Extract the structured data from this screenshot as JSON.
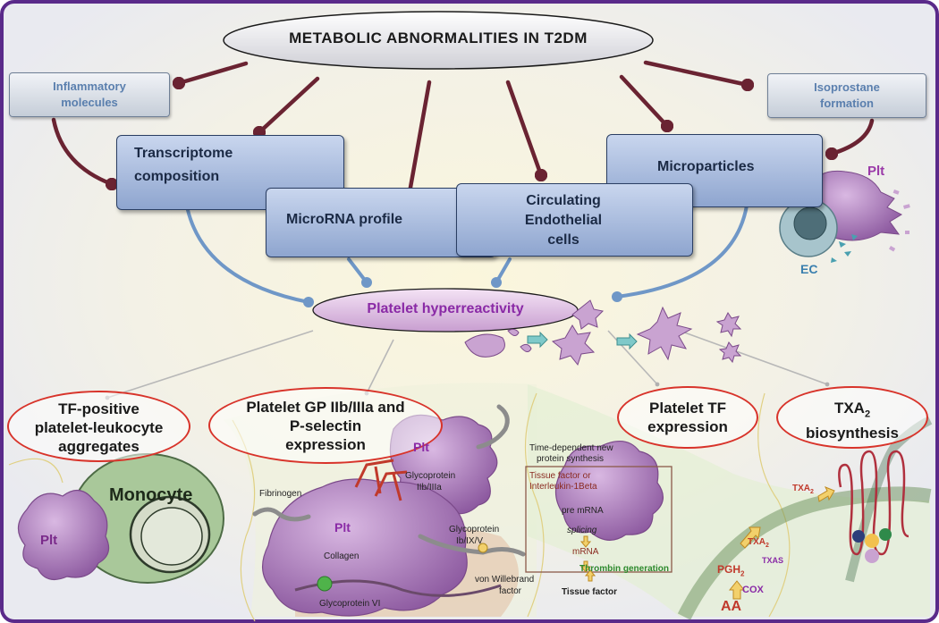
{
  "title": "METABOLIC ABNORMALITIES IN T2DM",
  "side_boxes": {
    "left": [
      "Inflammatory",
      "molecules"
    ],
    "right": [
      "Isoprostane",
      "formation"
    ]
  },
  "blue_boxes": {
    "transcriptome": [
      "Transcriptome",
      "composition"
    ],
    "microrna": "MicroRNA profile",
    "endothelial": [
      "Circulating",
      "Endothelial",
      "cells"
    ],
    "microparticles": "Microparticles"
  },
  "plt_top_right": "Plt",
  "ec": "EC",
  "hub": "Platelet hyperreactivity",
  "outcomes": {
    "tf_aggregates": [
      "TF-positive",
      "platelet-leukocyte",
      "aggregates"
    ],
    "gp": [
      "Platelet GP IIb/IIIa and",
      "P-selectin",
      "expression"
    ],
    "tf_expression": [
      "Platelet TF",
      "expression"
    ],
    "txa2": [
      "TXA",
      "2",
      "biosynthesis"
    ]
  },
  "panel1": {
    "monocyte": "Monocyte",
    "plt": "Plt"
  },
  "panel2": {
    "plt_top": "Plt",
    "plt_main": "Plt",
    "fibrinogen": "Fibrinogen",
    "gp2b3a": [
      "Glycoprotein",
      "IIb/IIIa"
    ],
    "gp1b": [
      "Glycoprotein",
      "Ib/IX/V"
    ],
    "collagen": "Collagen",
    "vwf": [
      "von Willebrand",
      "factor"
    ],
    "gp6": "Glycoprotein VI"
  },
  "panel3": {
    "header": [
      "Time-dependent new",
      "protein synthesis"
    ],
    "box_title": [
      "Tissue factor or",
      "Interleukin-1Beta"
    ],
    "pre_mrna": "pre mRNA",
    "splicing": "splicing",
    "mrna": "mRNA",
    "thrombin": "Thrombin generation",
    "tissue_factor": "Tissue factor"
  },
  "panel4": {
    "txa2_top": [
      "TXA",
      "2"
    ],
    "txa2_mid": [
      "TXA",
      "2"
    ],
    "txas": "TXAS",
    "pgh2": [
      "PGH",
      "2"
    ],
    "cox": "COX",
    "aa": "AA"
  },
  "colors": {
    "frame": "#5a2a8a",
    "connector": "#6a2332",
    "blue_arrow": "#6f97c7",
    "oval_border": "#d8332a",
    "platelet": "#a87ab6",
    "hub_text": "#8a2aa6"
  }
}
